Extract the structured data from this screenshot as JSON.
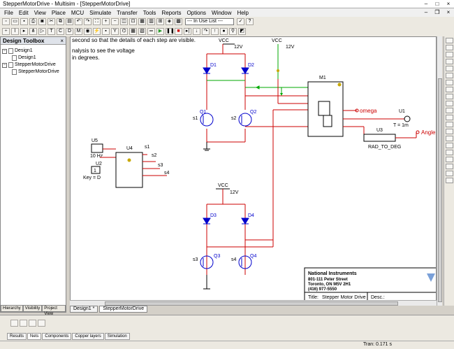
{
  "window": {
    "title": "StepperMotorDrive - Multisim - [StepperMotorDrive]"
  },
  "menu": [
    "File",
    "Edit",
    "View",
    "Place",
    "MCU",
    "Simulate",
    "Transfer",
    "Tools",
    "Reports",
    "Options",
    "Window",
    "Help"
  ],
  "toolbar": {
    "in_use_list": "--- In Use List ---"
  },
  "design_toolbox": {
    "title": "Design Toolbox",
    "tree": [
      {
        "label": "Design1",
        "level": 0
      },
      {
        "label": "Design1",
        "level": 1
      },
      {
        "label": "StepperMotorDrive",
        "level": 0
      },
      {
        "label": "StepperMotorDrive",
        "level": 1
      }
    ],
    "tabs": [
      "Hierarchy",
      "Visibility",
      "Project View"
    ]
  },
  "canvas": {
    "description_lines": [
      "second so that the details of each step are visible.",
      "nalysis to see the voltage",
      "in degrees."
    ],
    "labels": {
      "vcc": "VCC",
      "v12": "12V",
      "d1": "D1",
      "d2": "D2",
      "d3": "D3",
      "d4": "D4",
      "q1": "Q1",
      "q2": "Q2",
      "q3": "Q3",
      "q4": "Q4",
      "s1": "s1",
      "s2": "s2",
      "s3": "s3",
      "s4": "s4",
      "m1": "M1",
      "u1": "U1",
      "u1_val": "T = 1m",
      "u3": "U3",
      "u3_name": "RAD_TO_DEG",
      "u4": "U4",
      "u5": "U5",
      "u5_val": "10 Hz",
      "u2": "U2",
      "u2_key": "Key = D",
      "u2_val": "1",
      "omega": "omega",
      "angle": "Angle"
    },
    "title_block": {
      "company": "National Instruments",
      "address1": "801-111 Peter Street",
      "address2": "Toronto, ON M5V 2H1",
      "phone": "(416) 977-5550",
      "title_label": "Title:",
      "title_value": "Stepper Motor Drive",
      "desc_label": "Desc.:"
    }
  },
  "doc_tabs": [
    "Design1 *",
    "StepperMotorDrive"
  ],
  "spreadsheet_tabs": [
    "Results",
    "Nets",
    "Components",
    "Copper layers",
    "Simulation"
  ],
  "status": {
    "tran": "Tran: 0.171 s"
  }
}
